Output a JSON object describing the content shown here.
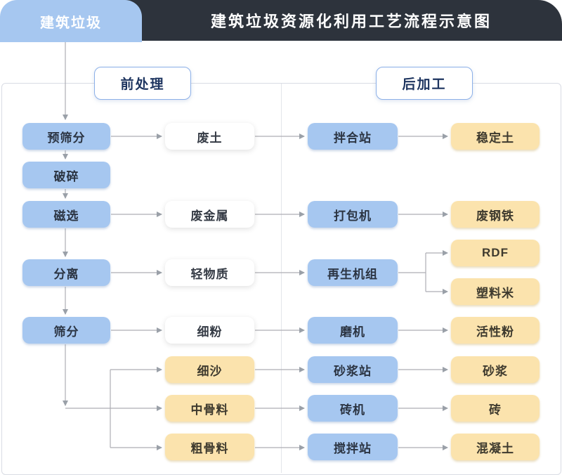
{
  "header": {
    "tab_label": "建筑垃圾",
    "title": "建筑垃圾资源化利用工艺流程示意图"
  },
  "sections": {
    "pre": "前处理",
    "post": "后加工"
  },
  "nodes": {
    "pre_screening": "预筛分",
    "crushing": "破碎",
    "magnetic_separation": "磁选",
    "separation": "分离",
    "screening": "筛分",
    "waste_soil": "废土",
    "waste_metal": "废金属",
    "light_material": "轻物质",
    "fine_powder": "细粉",
    "fine_sand": "细沙",
    "medium_aggregate": "中骨料",
    "coarse_aggregate": "粗骨料",
    "mixing_plant": "拌合站",
    "baler": "打包机",
    "regeneration_unit": "再生机组",
    "mill": "磨机",
    "mortar_plant": "砂浆站",
    "brick_machine": "砖机",
    "concrete_mixing_plant": "搅拌站",
    "stabilized_soil": "稳定土",
    "scrap_steel": "废钢铁",
    "rdf": "RDF",
    "plastic_pellets": "塑料米",
    "active_powder": "活性粉",
    "mortar": "砂浆",
    "brick": "砖",
    "concrete": "混凝土"
  },
  "colors": {
    "header_bg": "#2d333c",
    "tab_bg": "#a6c7f0",
    "blue_node": "#a6c7f0",
    "yellow_node": "#fbe3ad",
    "white_node": "#ffffff",
    "section_border": "#8cb0e8",
    "section_text": "#1e3560",
    "line": "#a9a9af"
  }
}
